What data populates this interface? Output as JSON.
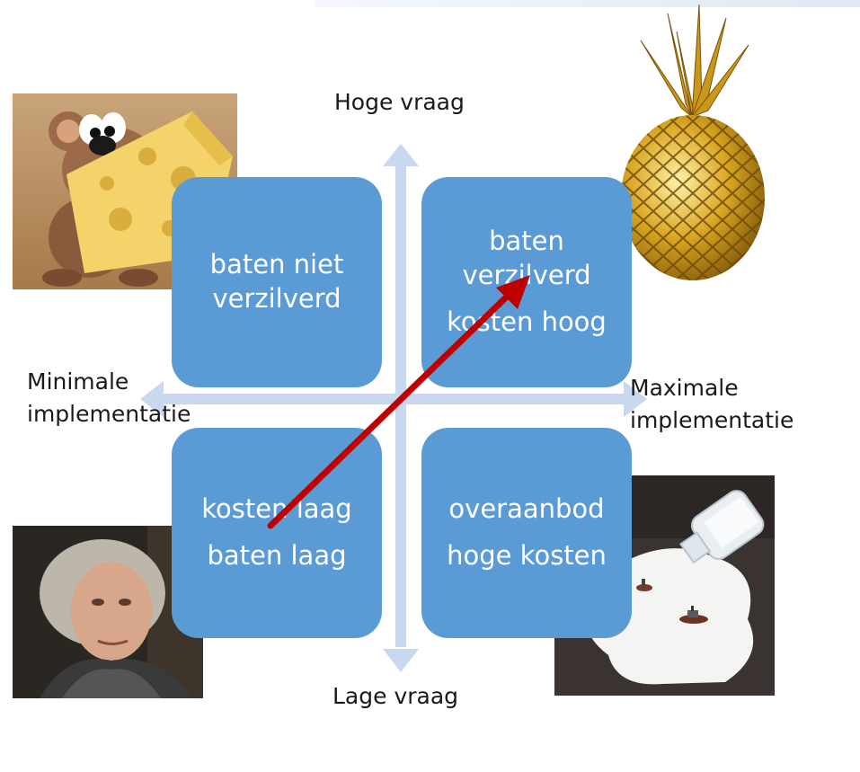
{
  "axis_labels": {
    "top": "Hoge vraag",
    "bottom": "Lage vraag",
    "left_line1": "Minimale",
    "left_line2": "implementatie",
    "right_line1": "Maximale",
    "right_line2": "implementatie"
  },
  "quadrants": {
    "top_left": {
      "line1": "baten niet",
      "line2": "verzilverd"
    },
    "top_right": {
      "line1": "baten",
      "line2": "verzilverd",
      "line3": "kosten hoog"
    },
    "bottom_left": {
      "line1": "kosten laag",
      "line2": "baten laag"
    },
    "bottom_right": {
      "line1": "overaanbod",
      "line2": "hoge kosten"
    }
  },
  "photos": {
    "top_left": "mouse-with-cheese",
    "top_right": "golden-pineapple",
    "bottom_left": "old-man-portrait",
    "bottom_right": "spilled-milk-with-boats"
  },
  "colors": {
    "quadrant": "#5b9bd5",
    "axis": "#c9d8ee",
    "arrow": "#c00000"
  }
}
